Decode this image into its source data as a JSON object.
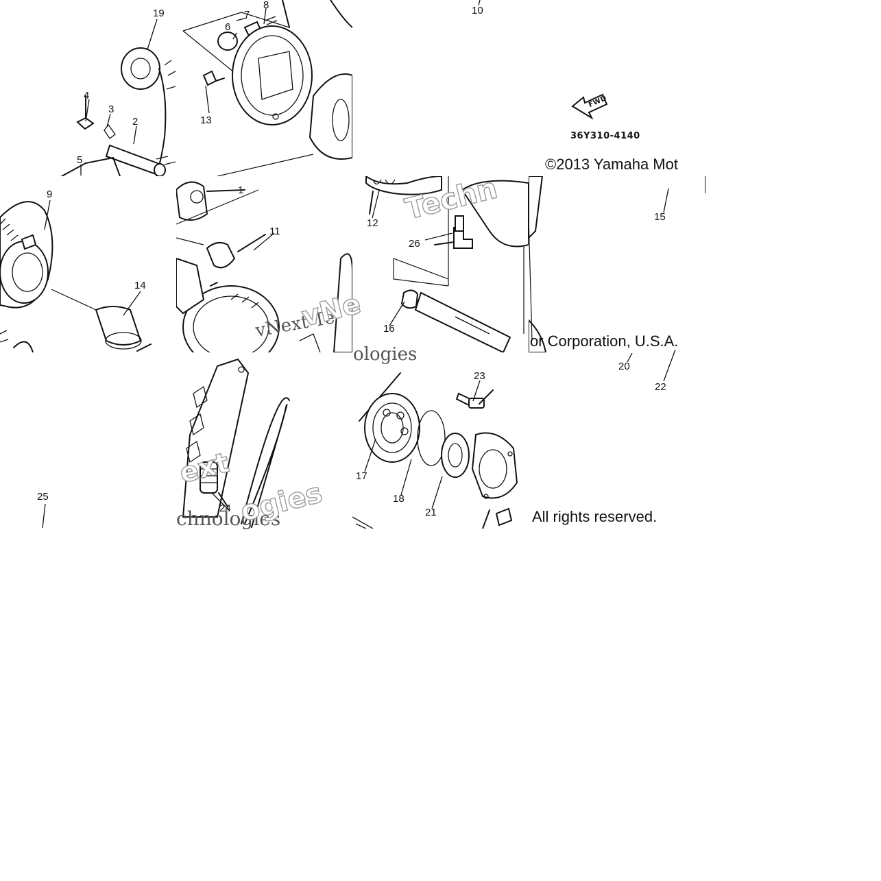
{
  "callouts": {
    "c1": "1",
    "c2": "2",
    "c3": "3",
    "c4": "4",
    "c5": "5",
    "c6": "6",
    "c7": "7",
    "c8": "8",
    "c9": "9",
    "c10": "10",
    "c11": "11",
    "c12": "12",
    "c13": "13",
    "c14": "14",
    "c15": "15",
    "c16": "16",
    "c17": "17",
    "c18": "18",
    "c19": "19",
    "c20": "20",
    "c21": "21",
    "c22": "22",
    "c23": "23",
    "c24": "24",
    "c25": "25",
    "c26": "26"
  },
  "direction_label": "FWD",
  "part_code": "36Y310-4140",
  "copyright": {
    "line1": "©2013 Yamaha Mot",
    "line2": "or Corporation, U.S.A.",
    "line3": "All rights reserved."
  },
  "watermarks": {
    "w1": "Techn",
    "w2": "vNext Te",
    "w3": "ologies",
    "w4": "chnologies",
    "w5": "ext",
    "w6": "ogies",
    "w7": "vNe"
  },
  "colors": {
    "ink": "#111111",
    "watermark": "#bdbdbd",
    "background": "#ffffff"
  }
}
